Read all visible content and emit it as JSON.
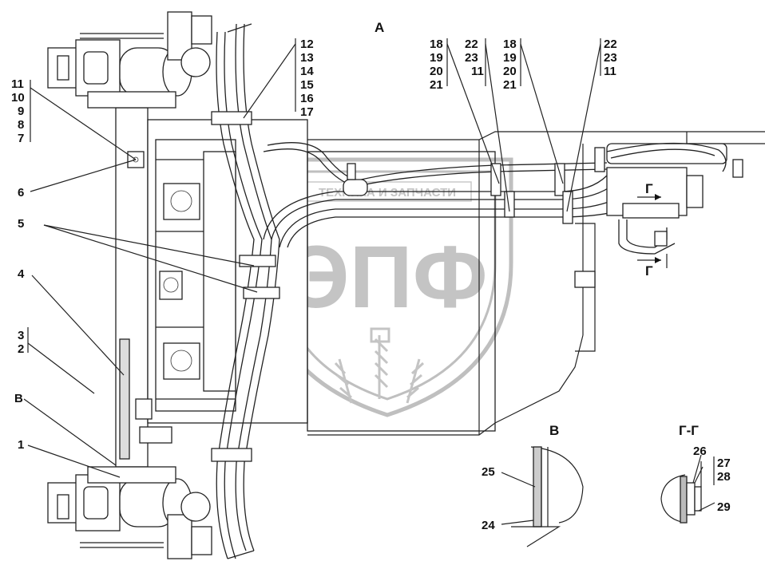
{
  "view_title": "А",
  "section_b_title": "В",
  "section_g_title": "Г-Г",
  "section_mark": "Г",
  "watermark": {
    "logo_text": "ЭПФ",
    "banner_text": "ТЕХНИКА И ЗАПЧАСТИ"
  },
  "callouts": {
    "c1": "1",
    "c2": "2",
    "c3": "3",
    "c4": "4",
    "c5": "5",
    "c6": "6",
    "c7": "7",
    "c8": "8",
    "c9": "9",
    "c10": "10",
    "c11": "11",
    "c12": "12",
    "c13": "13",
    "c14": "14",
    "c15": "15",
    "c16": "16",
    "c17": "17",
    "c18": "18",
    "c19": "19",
    "c20": "20",
    "c21": "21",
    "c22": "22",
    "c23": "23",
    "c11b": "11",
    "c18b": "18",
    "c19b": "19",
    "c20b": "20",
    "c21b": "21",
    "c22b": "22",
    "c23b": "23",
    "c11c": "11",
    "c24": "24",
    "c25": "25",
    "c26": "26",
    "c27": "27",
    "c28": "28",
    "c29": "29",
    "cB": "В"
  }
}
